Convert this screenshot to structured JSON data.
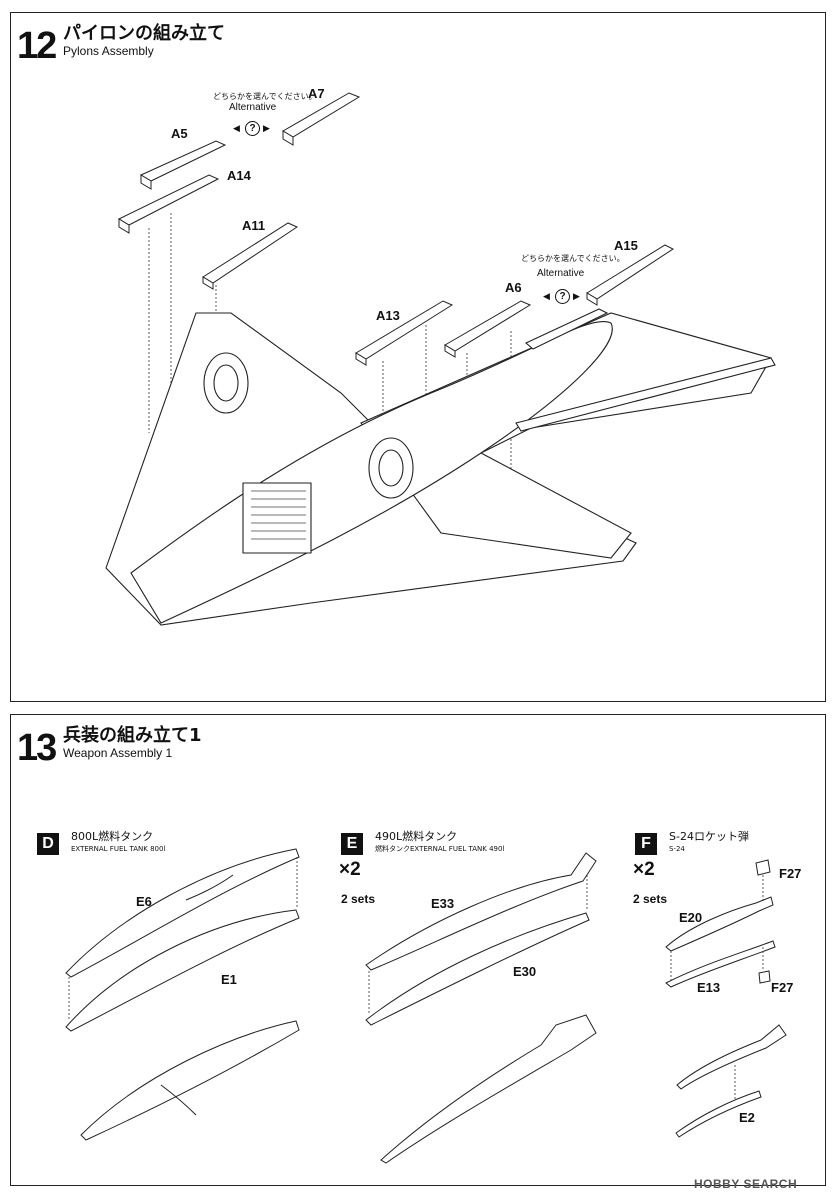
{
  "step12": {
    "number": "12",
    "title_jp": "パイロンの組み立て",
    "title_en": "Pylons Assembly",
    "alternative_jp": "どちらかを選んでください。",
    "alternative_en": "Alternative",
    "alternative2_jp": "どちらかを選んでください。",
    "alternative2_en": "Alternative",
    "parts": {
      "a7": "A7",
      "a5": "A5",
      "a14": "A14",
      "a11": "A11",
      "a15": "A15",
      "a6": "A6",
      "a13": "A13"
    }
  },
  "step13": {
    "number": "13",
    "title_jp": "兵装の組み立て1",
    "title_en": "Weapon Assembly 1",
    "d": {
      "letter": "D",
      "title": "800L燃料タンク",
      "subtitle": "EXTERNAL FUEL TANK 800l",
      "parts": {
        "e6": "E6",
        "e1": "E1"
      }
    },
    "e": {
      "letter": "E",
      "title": "490L燃料タンク",
      "subtitle": "燃料タンクEXTERNAL FUEL TANK 490l",
      "mult": "×2",
      "sets": "2 sets",
      "parts": {
        "e33": "E33",
        "e30": "E30"
      }
    },
    "f": {
      "letter": "F",
      "title": "S-24ロケット弾",
      "subtitle": "S-24",
      "mult": "×2",
      "sets": "2 sets",
      "parts": {
        "f27a": "F27",
        "e20": "E20",
        "e13": "E13",
        "f27b": "F27",
        "e2": "E2"
      }
    }
  },
  "watermark": "HOBBY SEARCH"
}
